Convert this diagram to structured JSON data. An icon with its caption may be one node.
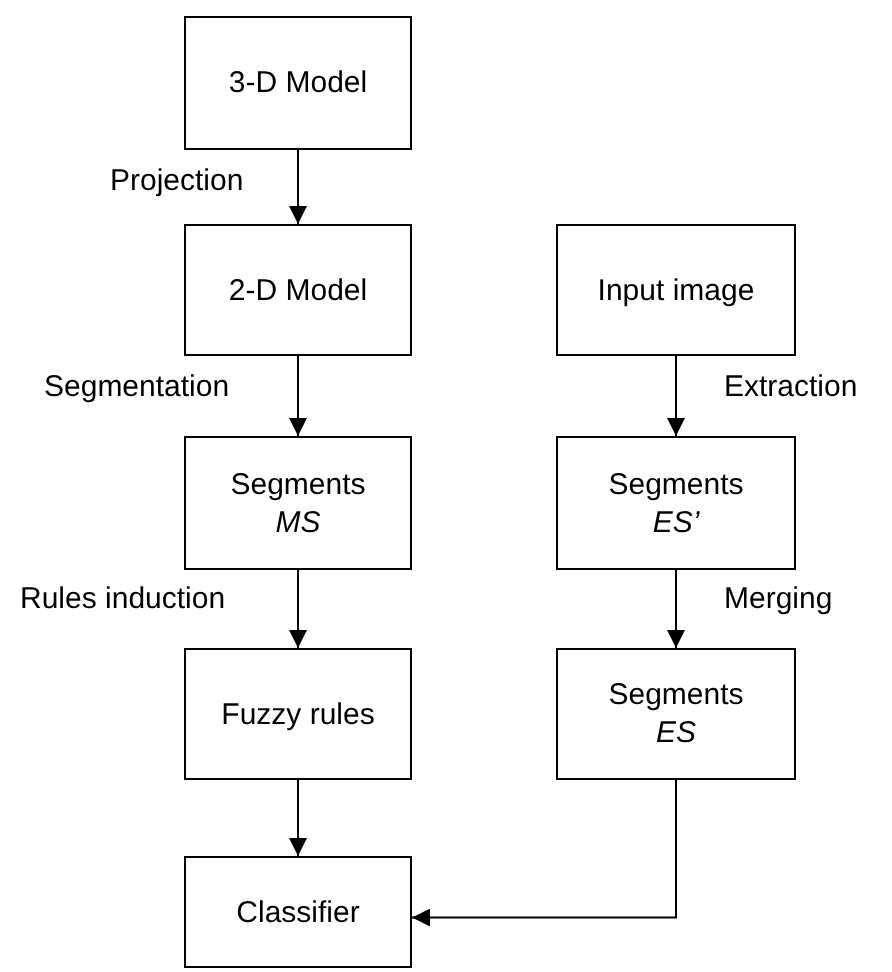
{
  "diagram": {
    "nodes": [
      {
        "text": [
          "3-D Model"
        ]
      },
      {
        "text": [
          "2-D Model"
        ]
      },
      {
        "text": [
          "Segments",
          "MS"
        ]
      },
      {
        "text": [
          "Fuzzy rules"
        ]
      },
      {
        "text": [
          "Classifier"
        ]
      },
      {
        "text": [
          "Input image"
        ]
      },
      {
        "text": [
          "Segments",
          "ES’"
        ]
      },
      {
        "text": [
          "Segments",
          "ES"
        ]
      }
    ],
    "edges": [
      {
        "from": 0,
        "to": 1,
        "arrow": "to",
        "label": "Projection"
      },
      {
        "from": 1,
        "to": 2,
        "arrow": "to",
        "label": "Segmentation"
      },
      {
        "from": 2,
        "to": 3,
        "arrow": "to",
        "label": "Rules induction"
      },
      {
        "from": 3,
        "to": 4,
        "arrow": "to"
      },
      {
        "from": 5,
        "to": 6,
        "arrow": "to",
        "label": "Extraction"
      },
      {
        "from": 6,
        "to": 7,
        "arrow": "to",
        "label": "Merging"
      },
      {
        "from": 7,
        "to": 4,
        "arrow": "to"
      }
    ]
  }
}
